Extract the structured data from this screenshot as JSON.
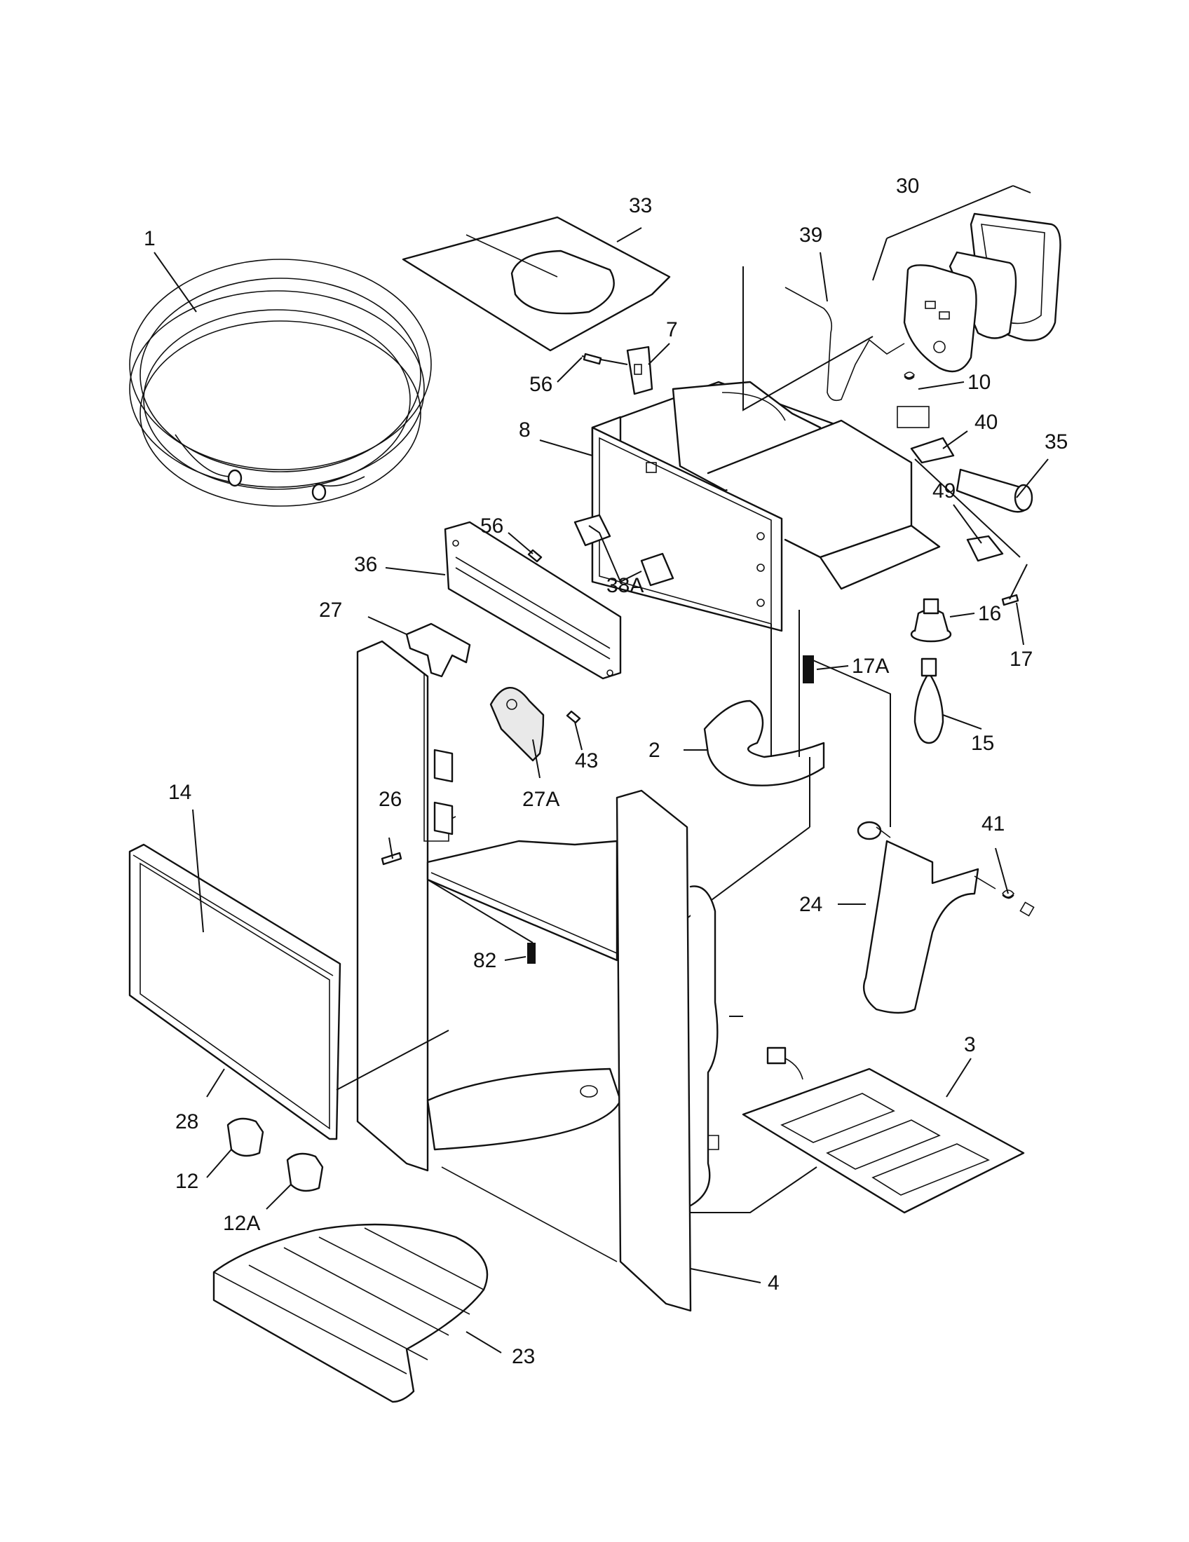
{
  "callouts": [
    {
      "id": "1",
      "label": "1"
    },
    {
      "id": "33",
      "label": "33"
    },
    {
      "id": "30",
      "label": "30"
    },
    {
      "id": "39",
      "label": "39"
    },
    {
      "id": "7",
      "label": "7"
    },
    {
      "id": "56a",
      "label": "56"
    },
    {
      "id": "10",
      "label": "10"
    },
    {
      "id": "8",
      "label": "8"
    },
    {
      "id": "40",
      "label": "40"
    },
    {
      "id": "35",
      "label": "35"
    },
    {
      "id": "49",
      "label": "49"
    },
    {
      "id": "56b",
      "label": "56"
    },
    {
      "id": "36",
      "label": "36"
    },
    {
      "id": "38A",
      "label": "38A"
    },
    {
      "id": "27",
      "label": "27"
    },
    {
      "id": "16",
      "label": "16"
    },
    {
      "id": "17",
      "label": "17"
    },
    {
      "id": "17A",
      "label": "17A"
    },
    {
      "id": "43",
      "label": "43"
    },
    {
      "id": "2",
      "label": "2"
    },
    {
      "id": "15",
      "label": "15"
    },
    {
      "id": "14",
      "label": "14"
    },
    {
      "id": "27A",
      "label": "27A"
    },
    {
      "id": "26",
      "label": "26"
    },
    {
      "id": "41",
      "label": "41"
    },
    {
      "id": "24",
      "label": "24"
    },
    {
      "id": "82",
      "label": "82"
    },
    {
      "id": "3",
      "label": "3"
    },
    {
      "id": "28",
      "label": "28"
    },
    {
      "id": "12",
      "label": "12"
    },
    {
      "id": "12A",
      "label": "12A"
    },
    {
      "id": "4",
      "label": "4"
    },
    {
      "id": "23",
      "label": "23"
    }
  ]
}
